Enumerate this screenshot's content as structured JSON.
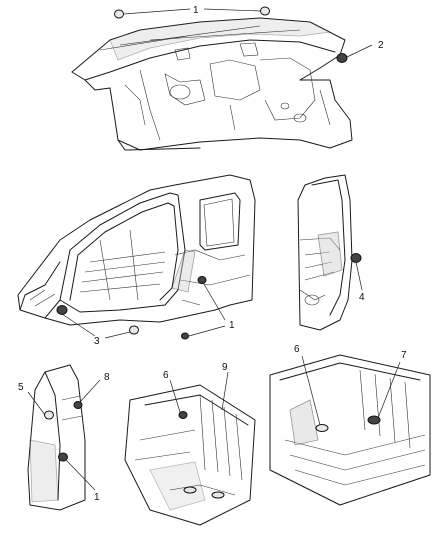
{
  "figure": {
    "callouts": {
      "c1_top": "1",
      "c2": "2",
      "c4": "4",
      "c3": "3",
      "c1_cab": "1",
      "c5": "5",
      "c8": "8",
      "c1_pillar": "1",
      "c6_bed": "6",
      "c9": "9",
      "c6_box": "6",
      "c7": "7"
    },
    "colors": {
      "ink": "#1a1a1a",
      "shade": "#cfcfcf",
      "background": "#ffffff"
    }
  }
}
